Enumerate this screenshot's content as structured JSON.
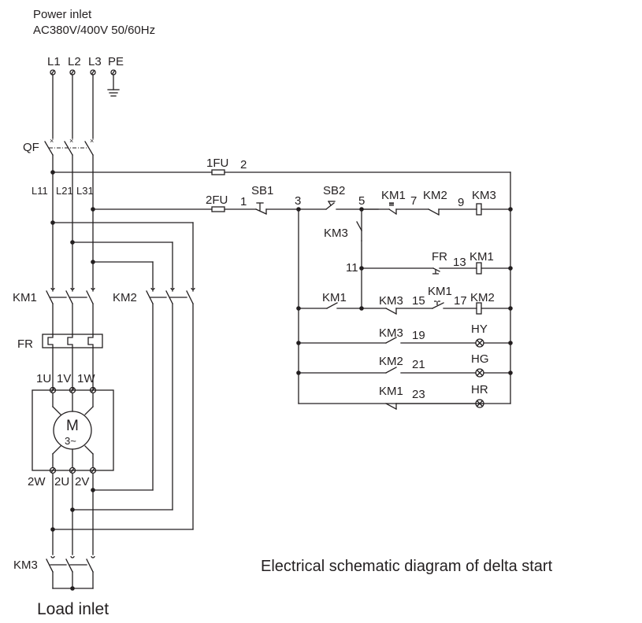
{
  "header": {
    "title_line1": "Power inlet",
    "title_line2": "AC380V/400V 50/60Hz"
  },
  "supply_terminals": [
    "L1",
    "L2",
    "L3",
    "PE"
  ],
  "main_circuit": {
    "breaker": "QF",
    "line_labels": [
      "L11",
      "L21",
      "L31"
    ],
    "contactor_main": "KM1",
    "contactor_delta": "KM2",
    "contactor_star": "KM3",
    "overload_relay": "FR",
    "motor": {
      "symbol": "M",
      "phase": "3~"
    },
    "motor_top_terminals": [
      "1U",
      "1V",
      "1W"
    ],
    "motor_bottom_terminals": [
      "2W",
      "2U",
      "2V"
    ],
    "footer_label": "Load inlet"
  },
  "control_circuit": {
    "fuse1": {
      "label": "1FU",
      "node": "2"
    },
    "fuse2": {
      "label": "2FU",
      "node": "1"
    },
    "stop_button": "SB1",
    "start_button": "SB2",
    "nodes": [
      "3",
      "5",
      "7",
      "9",
      "11",
      "13",
      "15",
      "17",
      "19",
      "21",
      "23"
    ],
    "rung1": {
      "contacts": [
        "KM1",
        "KM2"
      ],
      "coil": "KM3"
    },
    "rung_hold": {
      "contact": "KM3"
    },
    "rung2": {
      "contact": "FR",
      "coil": "KM1"
    },
    "rung3": {
      "seal": "KM1",
      "contacts": [
        "KM3",
        "KM1"
      ],
      "coil": "KM2"
    },
    "lamps": [
      {
        "contact": "KM3",
        "node": "19",
        "lamp": "HY"
      },
      {
        "contact": "KM2",
        "node": "21",
        "lamp": "HG"
      },
      {
        "contact": "KM1",
        "node": "23",
        "lamp": "HR"
      }
    ]
  },
  "caption": "Electrical schematic diagram of delta start"
}
